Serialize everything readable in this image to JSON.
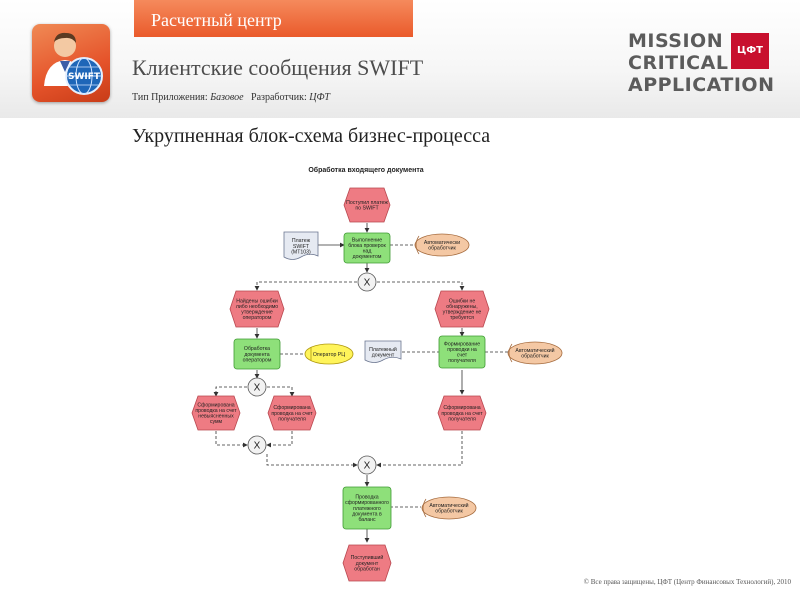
{
  "header": {
    "tab_label": "Расчетный центр",
    "app_title": "Клиентские сообщения SWIFT",
    "meta": {
      "type_label": "Тип Приложения:",
      "type_value": "Базовое",
      "dev_label": "Разработчик:",
      "dev_value": "ЦФТ"
    },
    "brand_lines": [
      "MISSION",
      "CRITICAL",
      "APPLICATION"
    ],
    "logo_text": "SWIFT",
    "brand_badge_text": "ЦФТ"
  },
  "section_title": "Укрупненная блок-схема бизнес-процесса",
  "diagram": {
    "title": "Обработка входящего документа",
    "nodes": {
      "start": [
        "Поступил платеж",
        "по SWIFT"
      ],
      "check": [
        "Выполнение",
        "блока проверок",
        "над",
        "документом"
      ],
      "doc_in": [
        "Платеж",
        "SWIFT",
        "(MT103)"
      ],
      "auto1": [
        "Автоматически",
        "обработчик"
      ],
      "found": [
        "Найдены ошибки",
        "либо необходимо",
        "утверждение",
        "оператором"
      ],
      "notfound": [
        "Ошибки не",
        "обнаружены,",
        "утверждение не",
        "требуется"
      ],
      "operator_proc": [
        "Обработка",
        "документа",
        "оператором"
      ],
      "operator": [
        "Оператор РЦ"
      ],
      "form_a": [
        "Формирование",
        "проводки на",
        "счет",
        "получателя"
      ],
      "paydoc": [
        "Платежный",
        "документ"
      ],
      "auto2": [
        "Автоматический",
        "обработчик"
      ],
      "form_b": [
        "Сформирована",
        "проводка на счет",
        "невыясненных",
        "сумм"
      ],
      "form_c": [
        "Сформирована",
        "проводка на счет",
        "получателя"
      ],
      "form_d": [
        "Сформирована",
        "проводка на счет",
        "получателя"
      ],
      "post": [
        "Проводка",
        "сформированного",
        "платежного",
        "документа в",
        "баланс"
      ],
      "auto3": [
        "Автоматический",
        "обработчик"
      ],
      "end": [
        "Поступивший",
        "документ",
        "обработан"
      ],
      "xor": "X"
    }
  },
  "footer": {
    "copyright": "© Все права защищены, ЦФТ (Центр Финансовых Технологий), 2010"
  }
}
